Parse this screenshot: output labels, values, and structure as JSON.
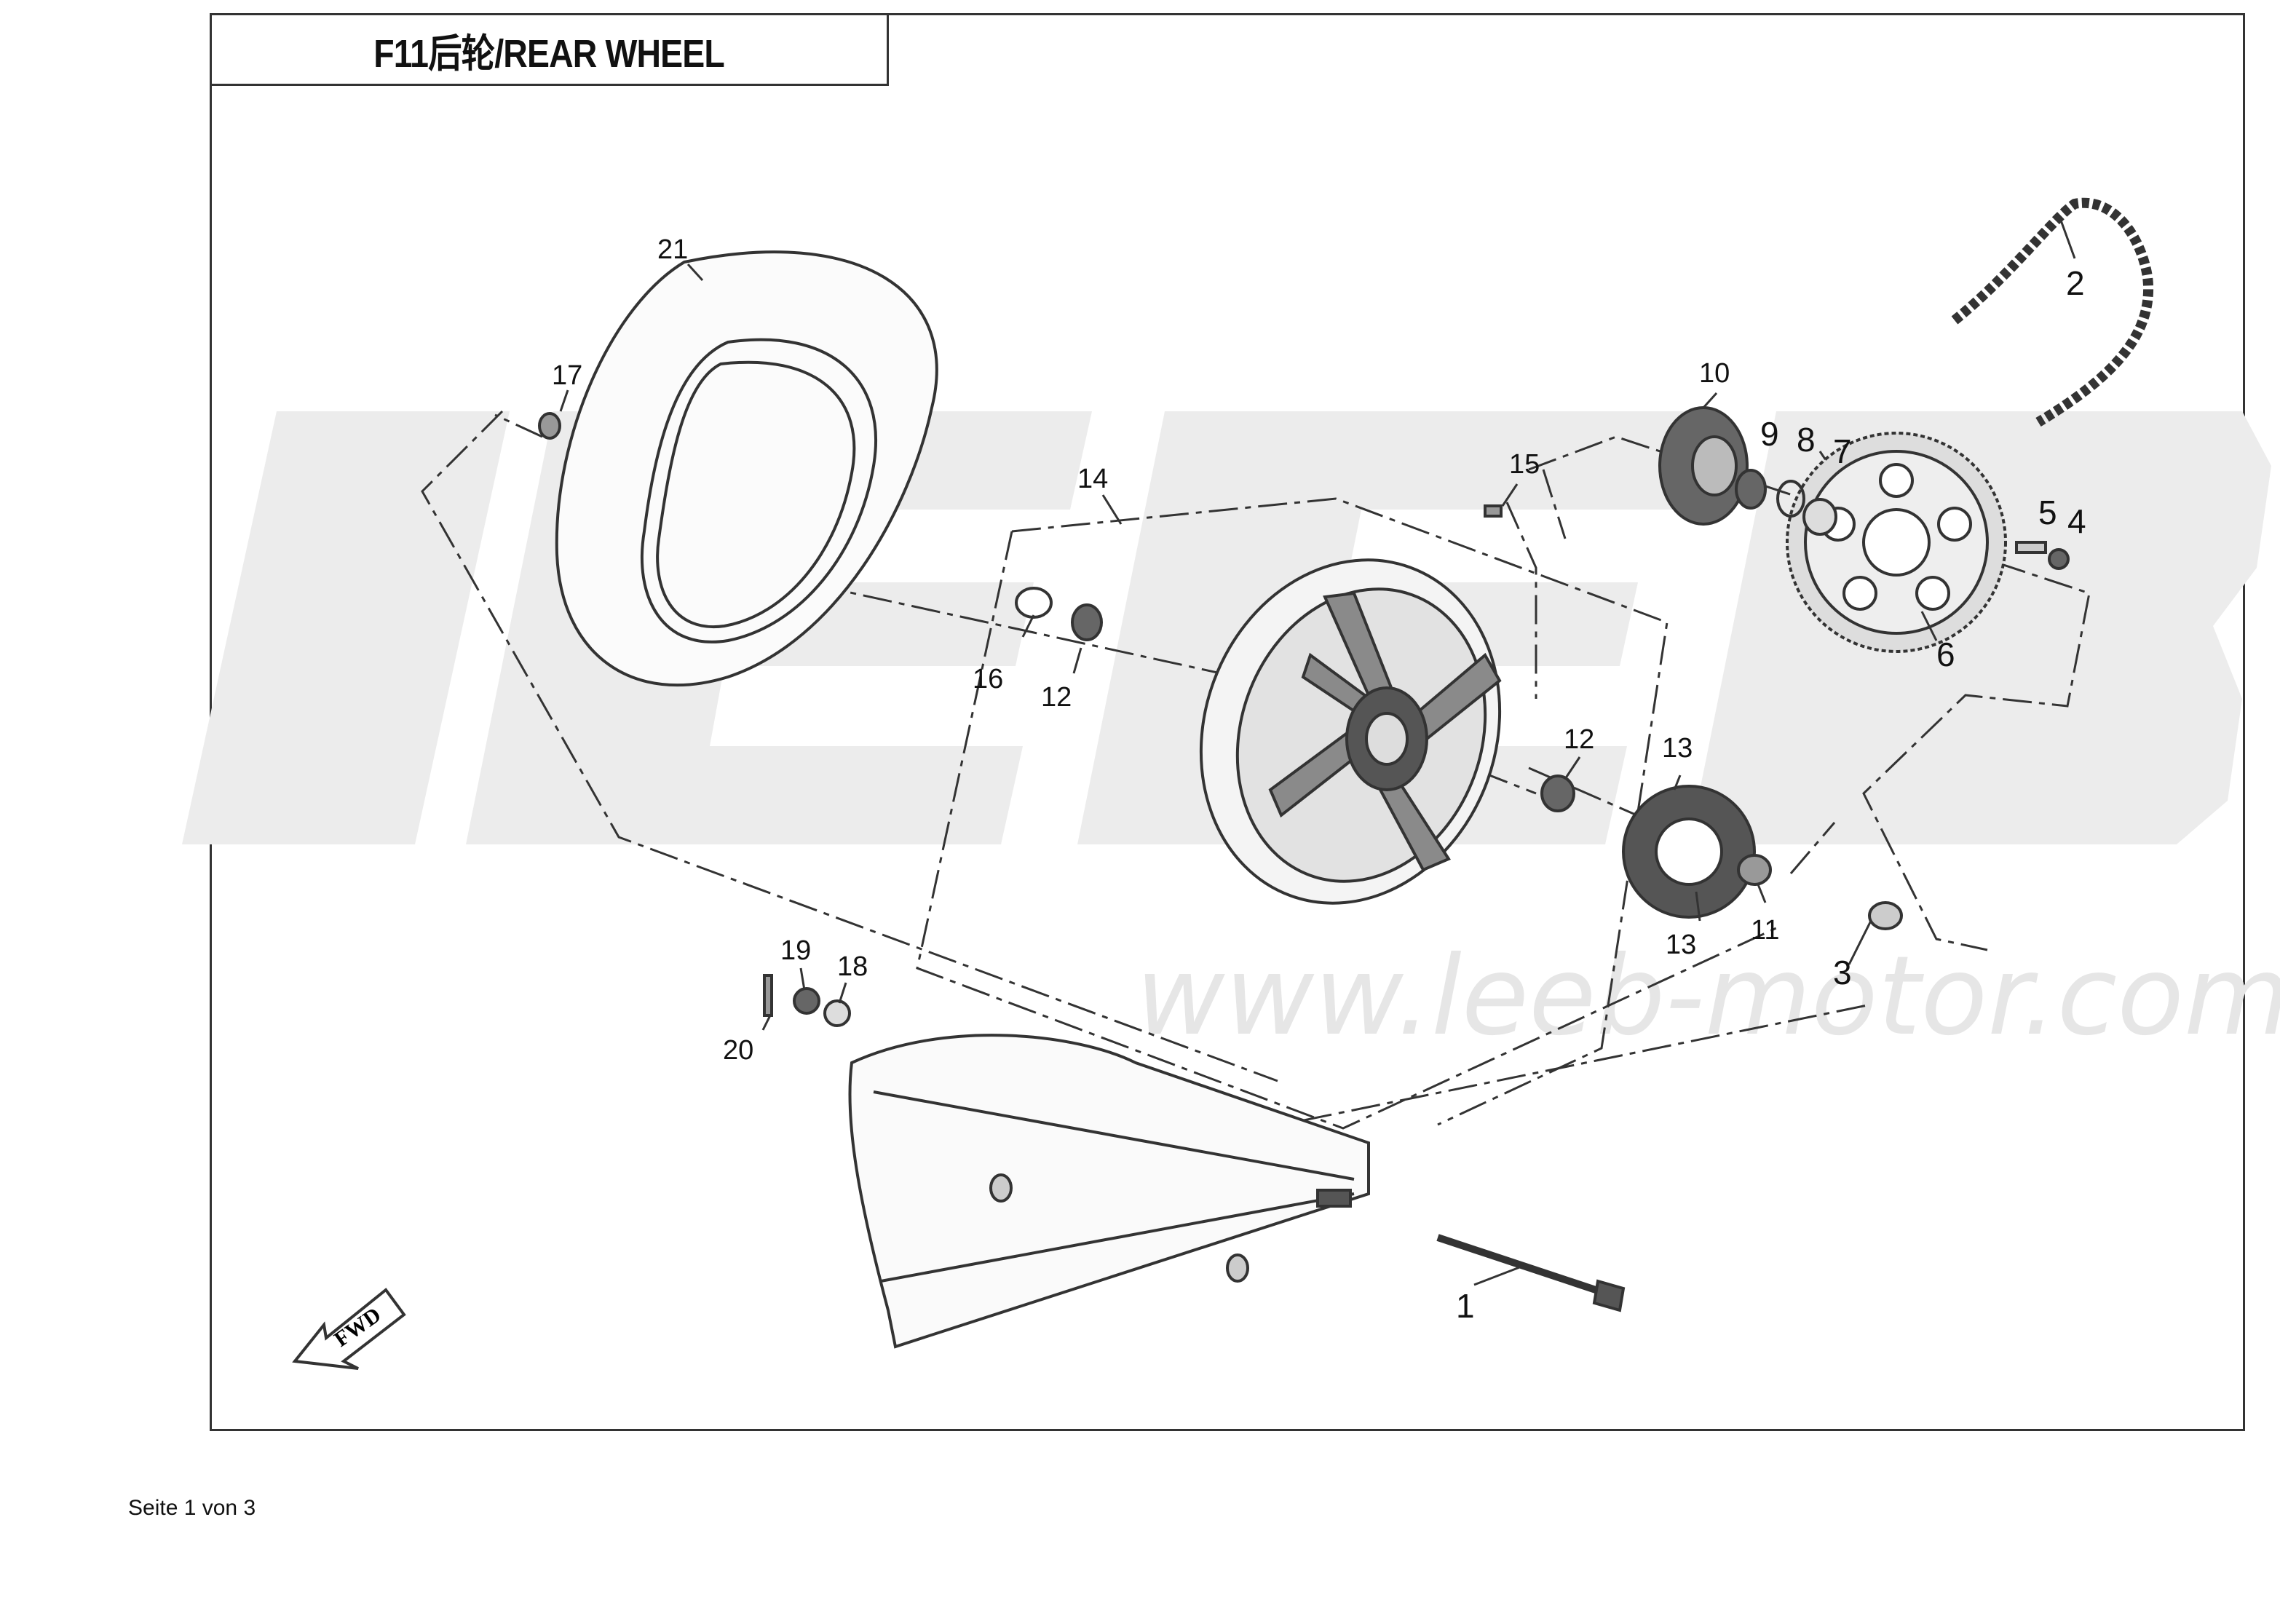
{
  "title": "F11后轮/REAR WHEEL",
  "watermark": {
    "logo_text": "LEEB",
    "url": "www.leeb-motor.com"
  },
  "footer": {
    "page": "Seite 1 von 3"
  },
  "direction_arrow": {
    "label": "FWD"
  },
  "callouts": {
    "c1": "1",
    "c2": "2",
    "c3": "3",
    "c4": "4",
    "c5": "5",
    "c6": "6",
    "c7": "7",
    "c8": "8",
    "c9": "9",
    "c10": "10",
    "c11": "11",
    "c12a": "12",
    "c12b": "12",
    "c13a": "13",
    "c13b": "13",
    "c14": "14",
    "c15": "15",
    "c16": "16",
    "c17": "17",
    "c18": "18",
    "c19": "19",
    "c20": "20",
    "c21": "21"
  },
  "colors": {
    "line": "#333333",
    "watermark": "#e6e6e6",
    "part_dark": "#3a3a3a"
  }
}
